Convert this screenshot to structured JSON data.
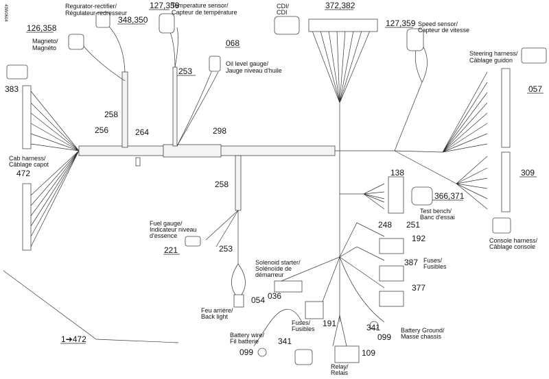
{
  "drawing_code": "43W0604",
  "labels": {
    "regulator": [
      "Regurator-rectifier/",
      "Régulateur-redresseur"
    ],
    "temperature": [
      "Temperature sensor/",
      "Capteur de température"
    ],
    "magneto": [
      "Magneto/",
      "Magnéto"
    ],
    "cdi": [
      "CDI/",
      "CDI"
    ],
    "speed": [
      "Speed sensor/",
      "Capteur de vitesse"
    ],
    "oil": [
      "Oil level gauge/",
      "Jauge niveau d'huile"
    ],
    "steering": [
      "Steering harness/",
      "Câblage guidon"
    ],
    "cab": [
      "Cab harness/",
      "Câblage capot"
    ],
    "test_bench": [
      "Test bench/",
      "Banc d'essai"
    ],
    "fuel": [
      "Fuel gauge/",
      "Indicateur niveau",
      "d'essence"
    ],
    "console": [
      "Console harness/",
      "Câblage console"
    ],
    "solenoid": [
      "Solenoid starter/",
      "Solénoïde de",
      "démarreur"
    ],
    "fuses_right": [
      "Fuses/",
      "Fusibles"
    ],
    "back_light": [
      "Feu arrière/",
      "Back light"
    ],
    "fuses_bottom": [
      "Fuses/",
      "Fusibles"
    ],
    "battery_ground": [
      "Battery Ground/",
      "Masse chassis"
    ],
    "battery_wire": [
      "Battery wire/",
      "Fil batterie"
    ],
    "relay": [
      "Relay/",
      "Relais"
    ]
  },
  "part_numbers": {
    "temp_sensor": "127,359",
    "regulator": "348,350",
    "magneto": "126,358",
    "cdi": "372,382",
    "speed_sensor": "127,359",
    "oil_gauge": "068",
    "harness_253_top": "253",
    "cab_connector": "383",
    "tube_258_top": "258",
    "harness_256": "256",
    "part_264": "264",
    "sleeve_298": "298",
    "steering_connector": "057",
    "cab_connector_472": "472",
    "console_connector": "309",
    "tube_258_mid": "258",
    "test_connector": "138",
    "test_bench": "366,371",
    "fuse_248": "248",
    "fuse_251": "251",
    "fuse_192": "192",
    "fuel_gauge": "221",
    "harness_253_mid": "253",
    "fuse_387": "387",
    "solenoid": "036",
    "fuse_377": "377",
    "back_light": "054",
    "fuse_block": "191",
    "ground_341": "341",
    "ground_099": "099",
    "wire_341": "341",
    "wire_099": "099",
    "relay": "109",
    "reference": "1➔472"
  }
}
